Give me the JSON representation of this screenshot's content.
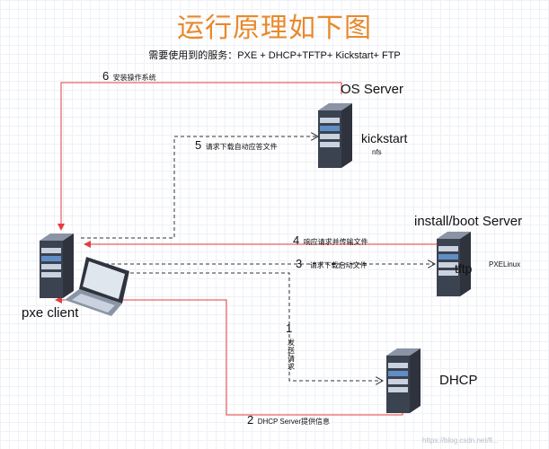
{
  "title": "运行原理如下图",
  "subtitle": "需要使用到的服务：PXE + DHCP+TFTP+ Kickstart+ FTP",
  "colors": {
    "title": "#e8892b",
    "red_line": "#e43c3c",
    "dashed_line": "#333333",
    "server_dark": "#3b4250",
    "server_light": "#8a94a4",
    "server_band": "#5f8ec6"
  },
  "nodes": {
    "os_server": {
      "label": "OS Server",
      "service": "kickstart",
      "sub": "nfs"
    },
    "boot_server": {
      "label": "install/boot Server",
      "service": "tftp",
      "sub": "PXELinux"
    },
    "client": {
      "label": "pxe client"
    },
    "dhcp": {
      "label": "DHCP"
    }
  },
  "steps": [
    {
      "num": "1",
      "text": "发送请求"
    },
    {
      "num": "2",
      "text": "DHCP Server提供信息"
    },
    {
      "num": "3",
      "text": "请求下载启动文件"
    },
    {
      "num": "4",
      "text": "响应请求并传输文件"
    },
    {
      "num": "5",
      "text": "请求下载自动应答文件"
    },
    {
      "num": "6",
      "text": "安装操作系统"
    }
  ],
  "watermark": "https://blog.csdn.net/fl..."
}
